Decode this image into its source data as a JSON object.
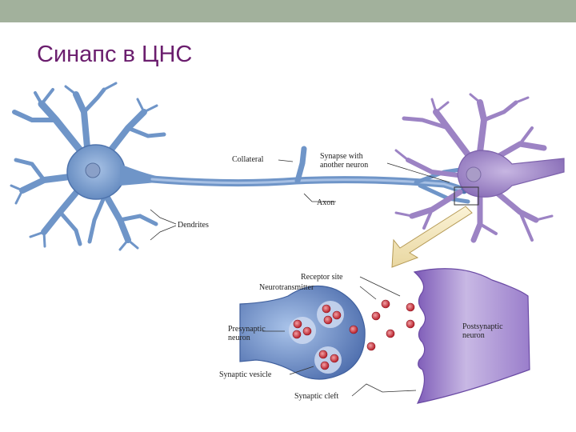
{
  "slide": {
    "title": "Синапс в ЦНС",
    "colors": {
      "topbar": "#a2b19c",
      "title": "#6b1e6e",
      "presynaptic": "#6f95c8",
      "postsynaptic": "#9c83c4",
      "vesicle": "#c0262f"
    }
  },
  "labels": {
    "collateral": "Collateral",
    "synapse_line1": "Synapse with",
    "synapse_line2": "another neuron",
    "axon": "Axon",
    "dendrites": "Dendrites",
    "receptor_site": "Receptor site",
    "neurotransmitter": "Neurotransmitter",
    "presynaptic_line1": "Presynaptic",
    "presynaptic_line2": "neuron",
    "postsynaptic_line1": "Postsynaptic",
    "postsynaptic_line2": "neuron",
    "synaptic_vesicle": "Synaptic vesicle",
    "synaptic_cleft": "Synaptic cleft"
  }
}
